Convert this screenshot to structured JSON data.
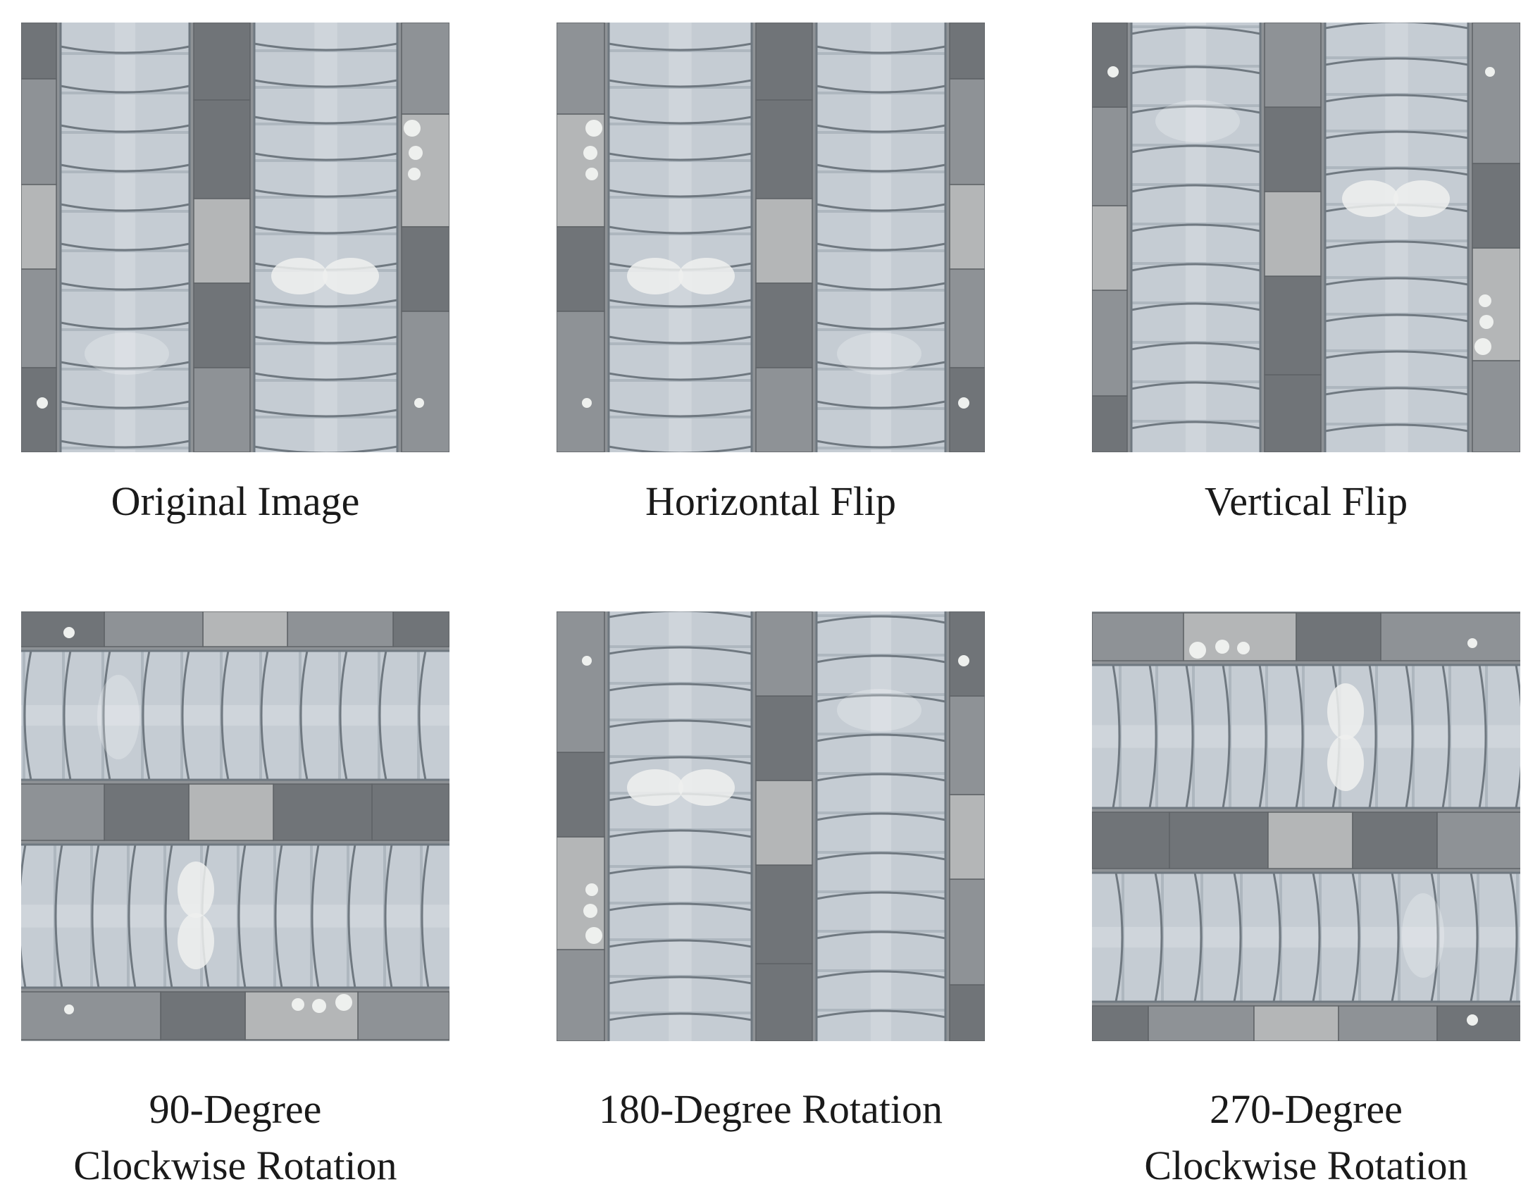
{
  "figure": {
    "panels": [
      {
        "caption": "Original Image",
        "transform": "none"
      },
      {
        "caption": "Horizontal Flip",
        "transform": "flip-horizontal"
      },
      {
        "caption": "Vertical Flip",
        "transform": "flip-vertical"
      },
      {
        "caption": "90-Degree\nClockwise Rotation",
        "transform": "rotate-90-cw"
      },
      {
        "caption": "180-Degree Rotation",
        "transform": "rotate-180"
      },
      {
        "caption": "270-Degree\nClockwise Rotation",
        "transform": "rotate-270-cw"
      }
    ],
    "texture": {
      "subject": "aerial view of grey ceramic roof tiles",
      "colors": {
        "tile_light": "#c9d0d6",
        "tile_mid": "#aeb7bf",
        "tile_edge": "#6f7880",
        "gap_dark": "#707478",
        "gap_mid": "#8e9296",
        "gap_light": "#b4b6b7",
        "highlight": "#eef0ee"
      }
    }
  }
}
